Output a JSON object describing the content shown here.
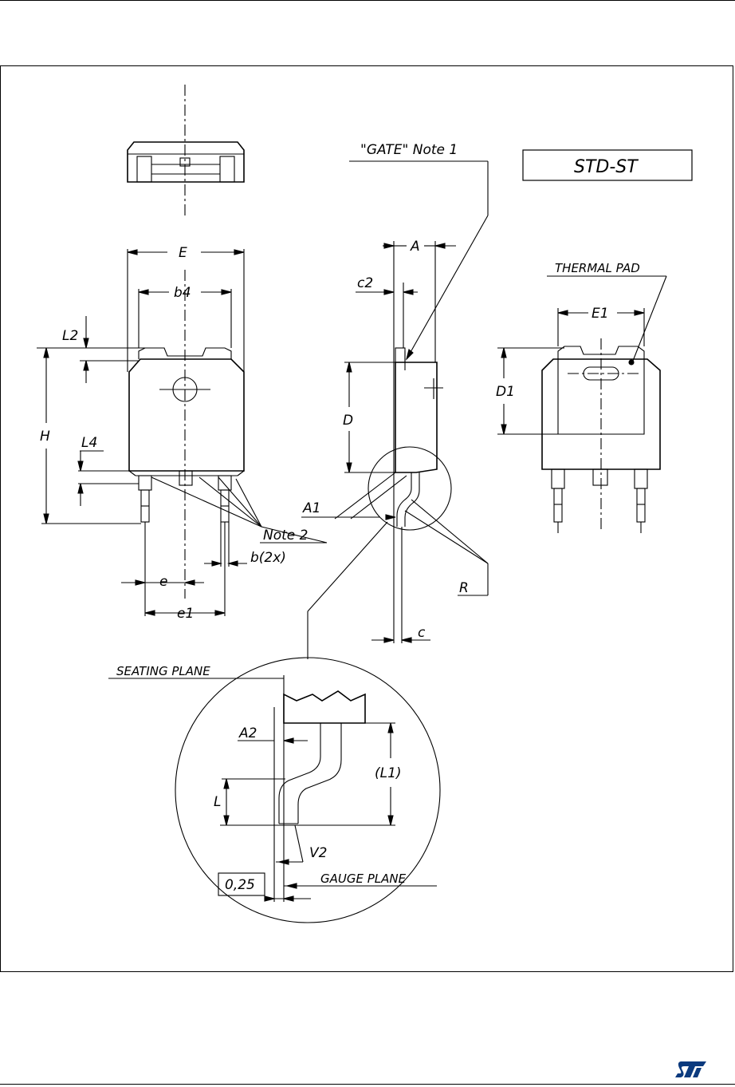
{
  "package_label": "STD-ST",
  "labels": {
    "gate_note": "\"GATE\" Note 1",
    "thermal_pad": "THERMAL PAD",
    "note2": "Note 2",
    "seating_plane": "SEATING PLANE",
    "gauge_plane": "GAUGE PLANE",
    "gauge_value": "0,25",
    "b_2x": "b(2x)"
  },
  "dimensions": {
    "E": "E",
    "b4": "b4",
    "L2": "L2",
    "H": "H",
    "L4": "L4",
    "e": "e",
    "e1": "e1",
    "A": "A",
    "c2": "c2",
    "D": "D",
    "A1": "A1",
    "R": "R",
    "c": "c",
    "E1": "E1",
    "D1": "D1",
    "A2": "A2",
    "L": "L",
    "L1": "(L1)",
    "V2": "V2"
  },
  "colors": {
    "line": "#000000",
    "logo": "#0b3a7e"
  }
}
